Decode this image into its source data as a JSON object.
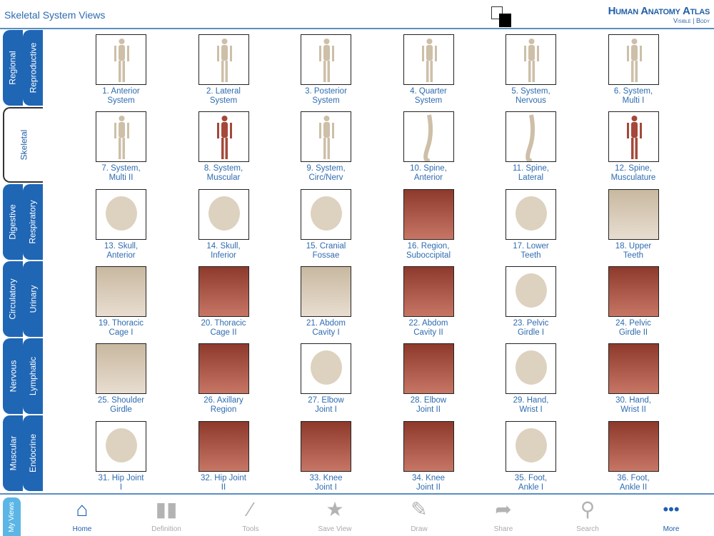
{
  "header": {
    "title": "Skeletal System Views",
    "brand": "Human Anatomy Atlas",
    "brand_sub": "Visible | Body"
  },
  "tabs_outer": [
    {
      "label": "Regional"
    },
    {
      "label": "Skeletal",
      "active": true
    },
    {
      "label": "Digestive"
    },
    {
      "label": "Circulatory"
    },
    {
      "label": "Nervous"
    },
    {
      "label": "Muscular"
    }
  ],
  "tabs_inner": [
    {
      "label": "Reproductive"
    },
    {
      "label": ""
    },
    {
      "label": "Respiratory"
    },
    {
      "label": "Urinary"
    },
    {
      "label": "Lymphatic"
    },
    {
      "label": "Endocrine"
    }
  ],
  "views": [
    {
      "l1": "1. Anterior",
      "l2": "System",
      "kind": "fig"
    },
    {
      "l1": "2. Lateral",
      "l2": "System",
      "kind": "fig"
    },
    {
      "l1": "3. Posterior",
      "l2": "System",
      "kind": "fig"
    },
    {
      "l1": "4. Quarter",
      "l2": "System",
      "kind": "fig"
    },
    {
      "l1": "5. System,",
      "l2": "Nervous",
      "kind": "fig"
    },
    {
      "l1": "6. System,",
      "l2": "Multi I",
      "kind": "fig"
    },
    {
      "l1": "7. System,",
      "l2": "Multi II",
      "kind": "fig"
    },
    {
      "l1": "8. System,",
      "l2": "Muscular",
      "kind": "figm"
    },
    {
      "l1": "9. System,",
      "l2": "Circ/Nerv",
      "kind": "fig"
    },
    {
      "l1": "10. Spine,",
      "l2": "Anterior",
      "kind": "spine"
    },
    {
      "l1": "11. Spine,",
      "l2": "Lateral",
      "kind": "spine"
    },
    {
      "l1": "12. Spine,",
      "l2": "Musculature",
      "kind": "figm"
    },
    {
      "l1": "13. Skull,",
      "l2": "Anterior",
      "kind": "skull"
    },
    {
      "l1": "14. Skull,",
      "l2": "Inferior",
      "kind": "skull"
    },
    {
      "l1": "15. Cranial",
      "l2": "Fossae",
      "kind": "skull"
    },
    {
      "l1": "16. Region,",
      "l2": "Suboccipital",
      "kind": "mus"
    },
    {
      "l1": "17. Lower",
      "l2": "Teeth",
      "kind": "skull"
    },
    {
      "l1": "18. Upper",
      "l2": "Teeth",
      "kind": "bg"
    },
    {
      "l1": "19. Thoracic",
      "l2": "Cage I",
      "kind": "bg"
    },
    {
      "l1": "20. Thoracic",
      "l2": "Cage II",
      "kind": "mus"
    },
    {
      "l1": "21. Abdom",
      "l2": "Cavity I",
      "kind": "bg"
    },
    {
      "l1": "22. Abdom",
      "l2": "Cavity II",
      "kind": "mus"
    },
    {
      "l1": "23. Pelvic",
      "l2": "Girdle I",
      "kind": "skull"
    },
    {
      "l1": "24. Pelvic",
      "l2": "Girdle II",
      "kind": "mus"
    },
    {
      "l1": "25. Shoulder",
      "l2": "Girdle",
      "kind": "bg"
    },
    {
      "l1": "26. Axillary",
      "l2": "Region",
      "kind": "mus"
    },
    {
      "l1": "27. Elbow",
      "l2": "Joint I",
      "kind": "skull"
    },
    {
      "l1": "28. Elbow",
      "l2": "Joint II",
      "kind": "mus"
    },
    {
      "l1": "29. Hand,",
      "l2": "Wrist I",
      "kind": "skull"
    },
    {
      "l1": "30. Hand,",
      "l2": "Wrist II",
      "kind": "mus"
    },
    {
      "l1": "31. Hip Joint",
      "l2": "I",
      "kind": "skull"
    },
    {
      "l1": "32. Hip Joint",
      "l2": "II",
      "kind": "mus"
    },
    {
      "l1": "33. Knee",
      "l2": "Joint I",
      "kind": "mus"
    },
    {
      "l1": "34. Knee",
      "l2": "Joint II",
      "kind": "mus"
    },
    {
      "l1": "35. Foot,",
      "l2": "Ankle I",
      "kind": "skull"
    },
    {
      "l1": "36. Foot,",
      "l2": "Ankle II",
      "kind": "mus"
    }
  ],
  "toolbar": {
    "my_views": "My Views",
    "items": [
      {
        "label": "Home",
        "icon": "home-icon",
        "glyph": "⌂",
        "active": true
      },
      {
        "label": "Definition",
        "icon": "book-icon",
        "glyph": "▮▮"
      },
      {
        "label": "Tools",
        "icon": "magic-wand-icon",
        "glyph": "⁄"
      },
      {
        "label": "Save View",
        "icon": "star-icon",
        "glyph": "★"
      },
      {
        "label": "Draw",
        "icon": "pencil-icon",
        "glyph": "✎"
      },
      {
        "label": "Share",
        "icon": "share-icon",
        "glyph": "➦"
      },
      {
        "label": "Search",
        "icon": "search-icon",
        "glyph": "⚲"
      },
      {
        "label": "More",
        "icon": "more-icon",
        "glyph": "•••",
        "active": true
      }
    ]
  },
  "colors": {
    "accent": "#1f66b5",
    "text": "#2e6bb0",
    "my_views": "#5bb6e6"
  }
}
